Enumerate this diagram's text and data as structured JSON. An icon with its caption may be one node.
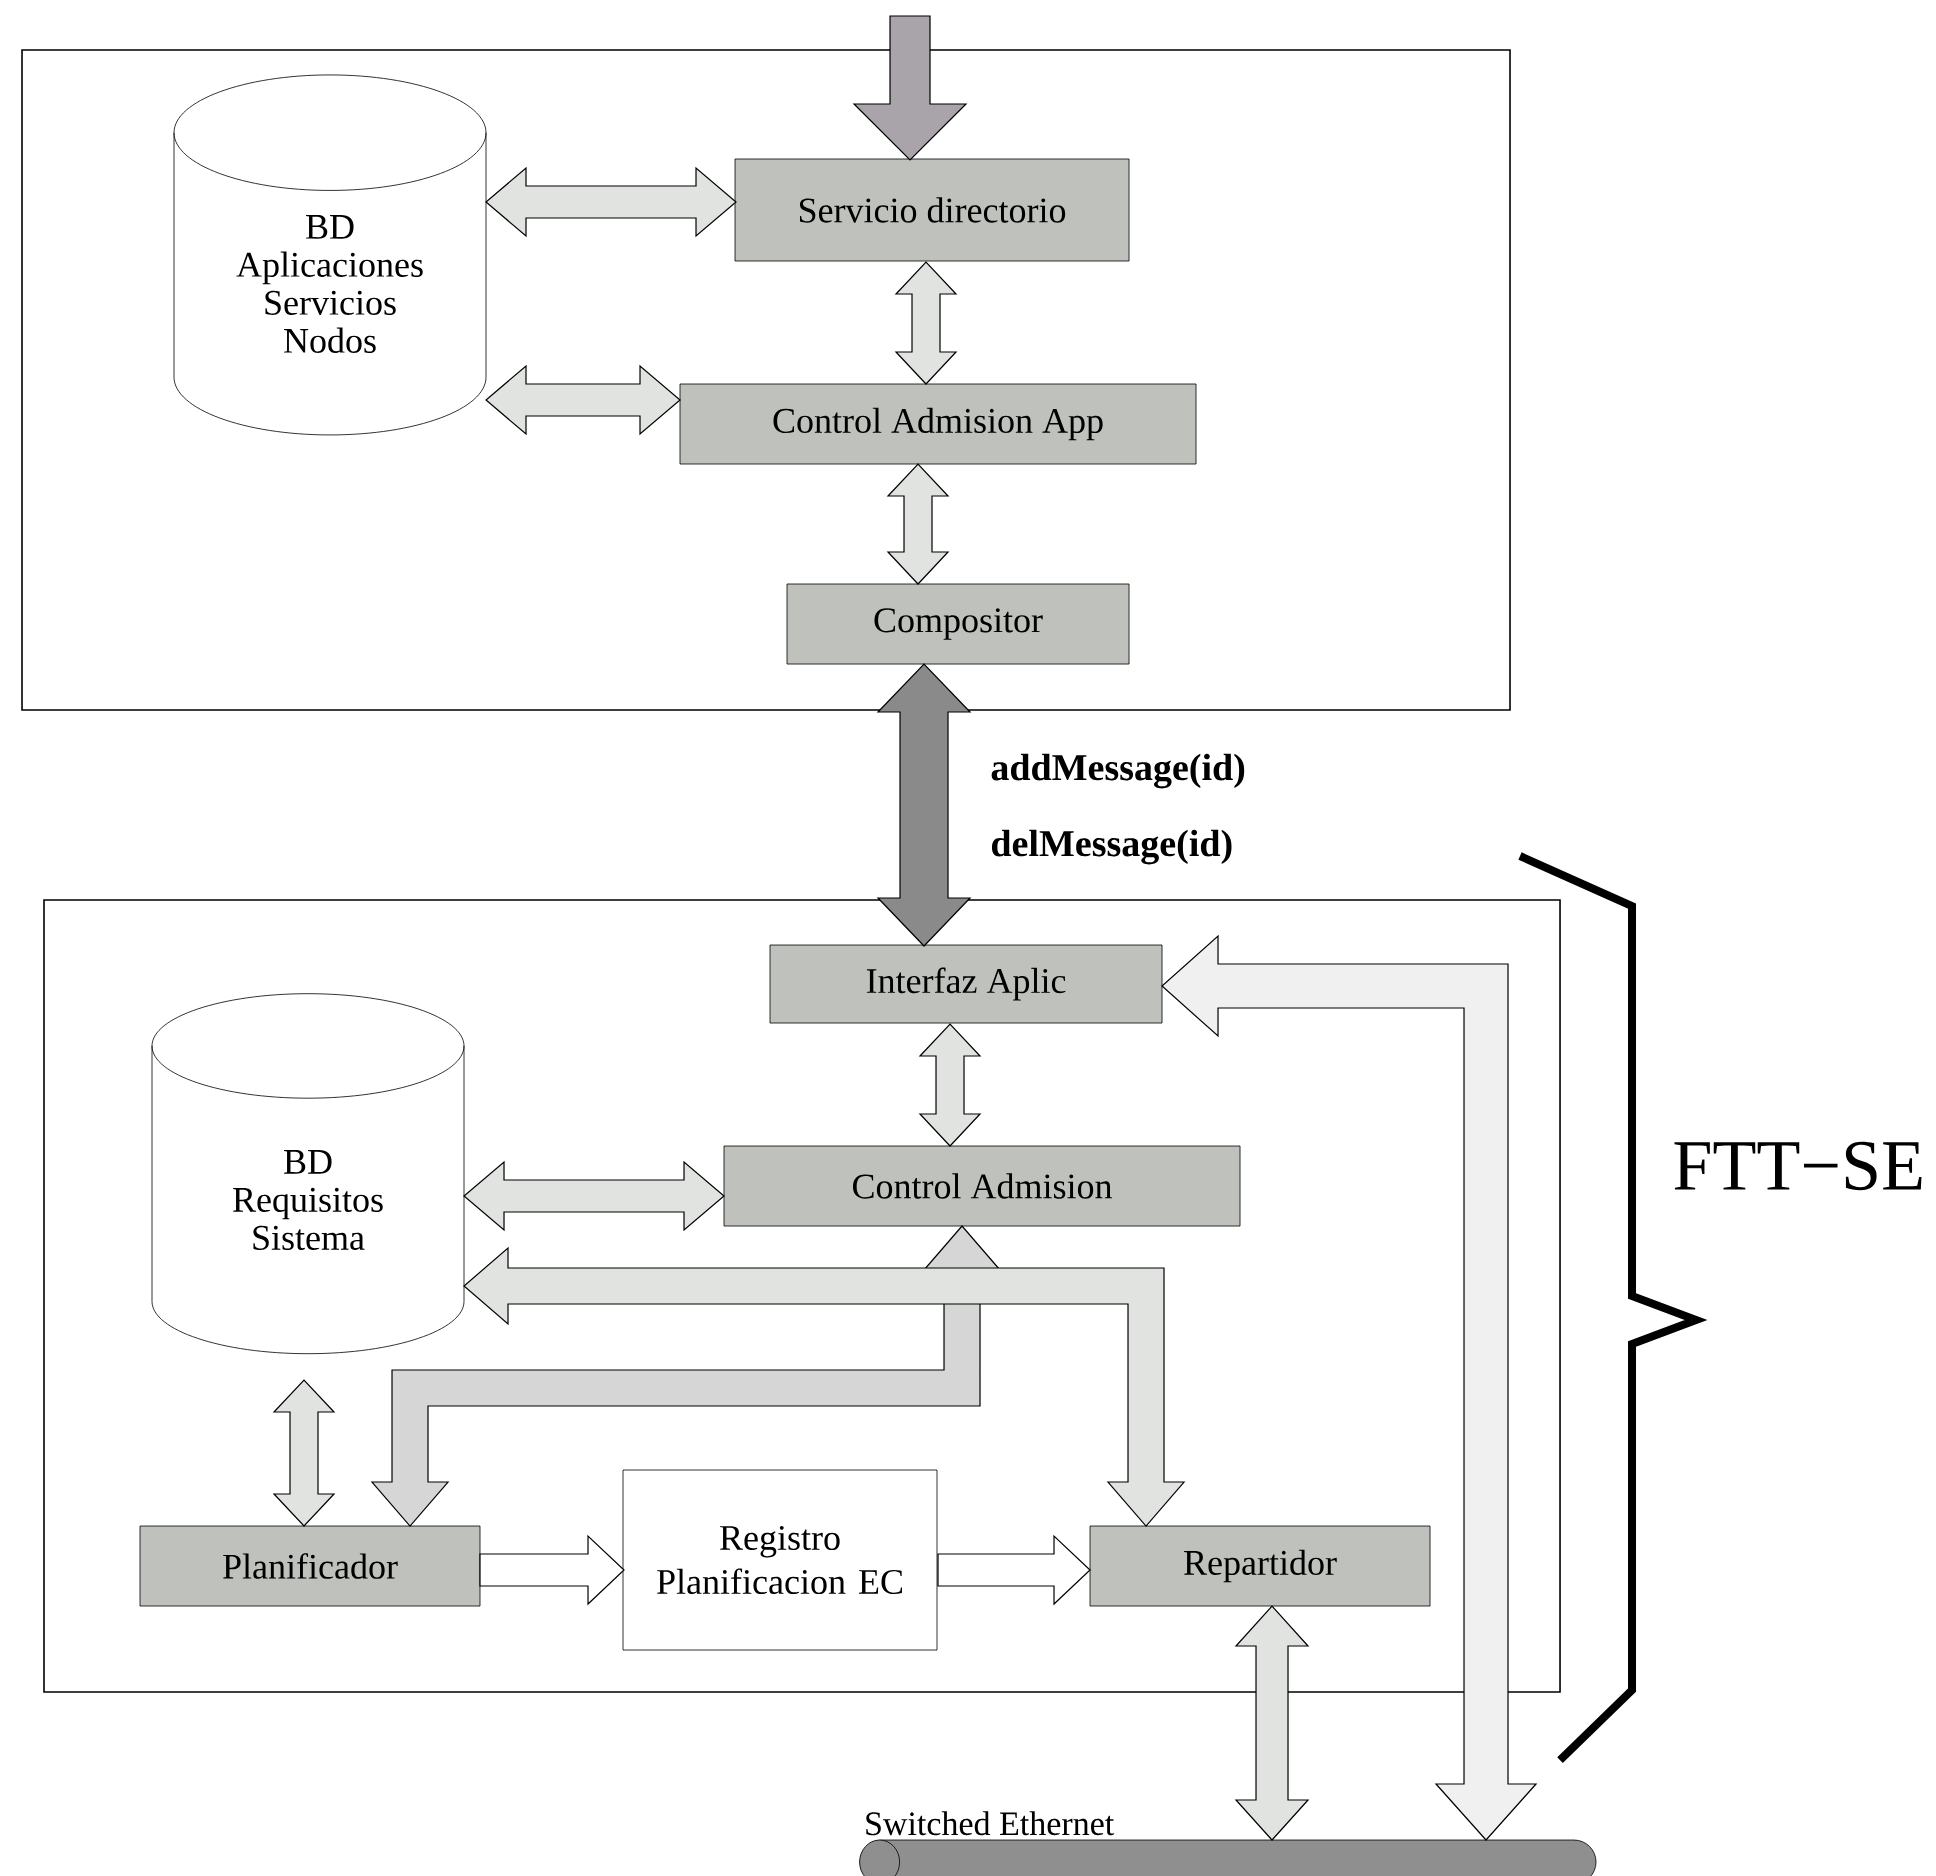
{
  "diagram": {
    "nodes": [
      {
        "text": [],
        "shape": "box"
      },
      {
        "text": [
          "BD Aplicaciones Servicios Nodos"
        ],
        "in": 0
      },
      {
        "text": [
          "Servicio directorio"
        ],
        "in": 0
      },
      {
        "text": [
          "Control Admision App"
        ],
        "in": 0
      },
      {
        "text": [
          "Compositor"
        ],
        "in": 0
      },
      {
        "text": [],
        "shape": "box"
      },
      {
        "text": [
          "Interfaz Aplic"
        ],
        "in": 5
      },
      {
        "text": [
          "BD Requisitos Sistema"
        ],
        "in": 5
      },
      {
        "text": [
          "Control Admision"
        ],
        "in": 5
      },
      {
        "text": [
          "Planificador"
        ],
        "in": 5
      },
      {
        "text": [
          "Registro Planificacion EC"
        ],
        "in": 5
      },
      {
        "text": [
          "Repartidor"
        ],
        "in": 5
      },
      {
        "text": [
          "Switched Ethernet"
        ]
      }
    ],
    "edges": [
      {
        "from": null,
        "to": 2,
        "arrow": "to",
        "color": "#a9a3aa"
      },
      {
        "from": 1,
        "to": 2,
        "arrow": "both"
      },
      {
        "from": 2,
        "to": 3,
        "arrow": "both"
      },
      {
        "from": 1,
        "to": 3,
        "arrow": "both"
      },
      {
        "from": 3,
        "to": 4,
        "arrow": "both"
      },
      {
        "from": 4,
        "to": 6,
        "arrow": "both",
        "label": "addMessage(id) delMessage(id)",
        "color": "#8a8a8a"
      },
      {
        "from": 6,
        "to": 8,
        "arrow": "both"
      },
      {
        "from": 7,
        "to": 8,
        "arrow": "both"
      },
      {
        "from": 8,
        "to": 9,
        "arrow": "both",
        "color": "#d6d6d6"
      },
      {
        "from": 7,
        "to": 11,
        "arrow": "both"
      },
      {
        "from": 7,
        "to": 9,
        "arrow": "both"
      },
      {
        "from": 9,
        "to": 10,
        "arrow": "to",
        "color": "#ffffff"
      },
      {
        "from": 10,
        "to": 11,
        "arrow": "to",
        "color": "#ffffff"
      },
      {
        "from": 11,
        "to": 12,
        "arrow": "both"
      },
      {
        "from": 6,
        "to": 12,
        "arrow": "both",
        "color": "#f0f0f0"
      }
    ],
    "labels": [
      "FTT−SE"
    ]
  }
}
